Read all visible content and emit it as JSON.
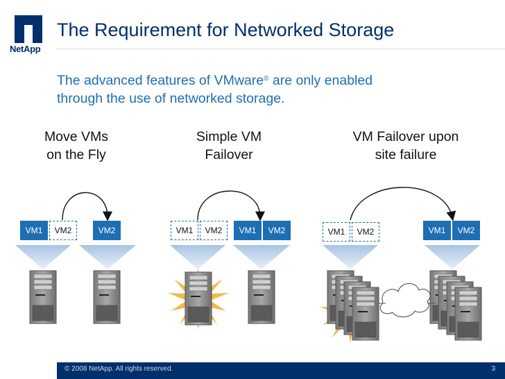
{
  "header": {
    "logo_text": "NetApp",
    "title": "The Requirement for Networked Storage"
  },
  "subtitle": {
    "line1_before": "The advanced features of VMware",
    "registered": "®",
    "line1_after": " are only enabled",
    "line2": "through the use of networked storage."
  },
  "scenarios": [
    {
      "title_line1": "Move VMs",
      "title_line2": "on the Fly",
      "source_vms": [
        "VM1",
        "VM2"
      ],
      "target_vms": [
        "VM2"
      ]
    },
    {
      "title_line1": "Simple VM",
      "title_line2": "Failover",
      "source_vms": [
        "VM1",
        "VM2"
      ],
      "target_vms": [
        "VM1",
        "VM2"
      ]
    },
    {
      "title_line1": "VM Failover upon",
      "title_line2": "site failure",
      "source_vms": [
        "VM1",
        "VM2"
      ],
      "target_vms": [
        "VM1",
        "VM2"
      ]
    }
  ],
  "footer": {
    "copyright": "© 2008 NetApp.  All rights reserved.",
    "page": "3"
  },
  "colors": {
    "brand_navy": "#002f6c",
    "accent_blue": "#1e6eb4",
    "failure_burst": "#f2b13a"
  }
}
